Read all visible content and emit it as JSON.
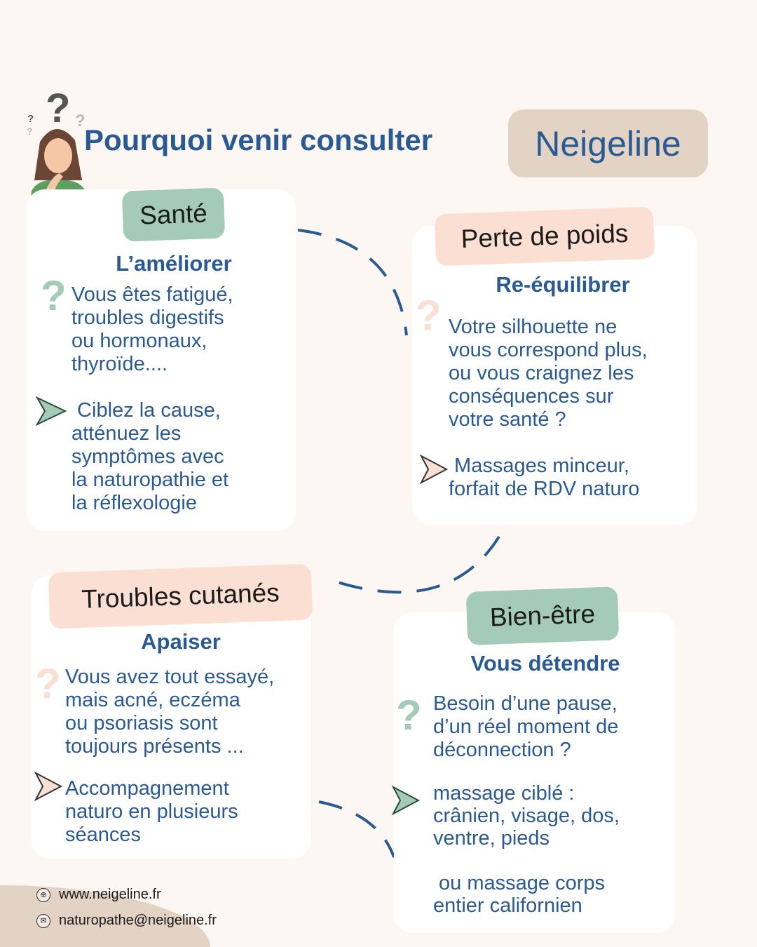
{
  "header": {
    "title": "Pourquoi venir consulter",
    "brand": "Neigeline"
  },
  "sections": [
    {
      "tag": "Santé",
      "subtitle": "L’améliorer",
      "question": "Vous êtes fatigué,\ntroubles digestifs\nou hormonaux,\nthyroïde....",
      "answer": " Ciblez la cause,\natténuez les\nsymptômes avec\nla naturopathie et\nla réflexologie"
    },
    {
      "tag": "Perte de poids",
      "subtitle": "Re-équilibrer",
      "question": "Votre silhouette ne\nvous correspond plus,\nou vous craignez les\nconséquences sur\nvotre santé ?",
      "answer": " Massages minceur,\nforfait de RDV naturo"
    },
    {
      "tag": "Troubles cutanés",
      "subtitle": "Apaiser",
      "question": "Vous avez tout essayé,\nmais acné, eczéma\nou psoriasis sont\ntoujours présents ...",
      "answer": "Accompagnement\nnaturo en plusieurs\nséances"
    },
    {
      "tag": "Bien-être",
      "subtitle": "Vous détendre",
      "question": "Besoin d’une pause,\nd’un réel moment de\ndéconnection ?",
      "answer": "massage ciblé :\ncrânien, visage, dos,\nventre, pieds\n\n ou massage corps\nentier californien"
    }
  ],
  "footer": {
    "website": "www.neigeline.fr",
    "email": "naturopathe@neigeline.fr"
  },
  "icons": {
    "question": "question-mark-icon",
    "arrow": "arrow-right-icon",
    "web": "globe-icon",
    "mail": "envelope-icon"
  },
  "colors": {
    "blue": "#2a5a94",
    "green": "#a3cbb7",
    "peach": "#fbdfd2",
    "beige": "#e3d3c5",
    "background": "#fcf7f3"
  }
}
